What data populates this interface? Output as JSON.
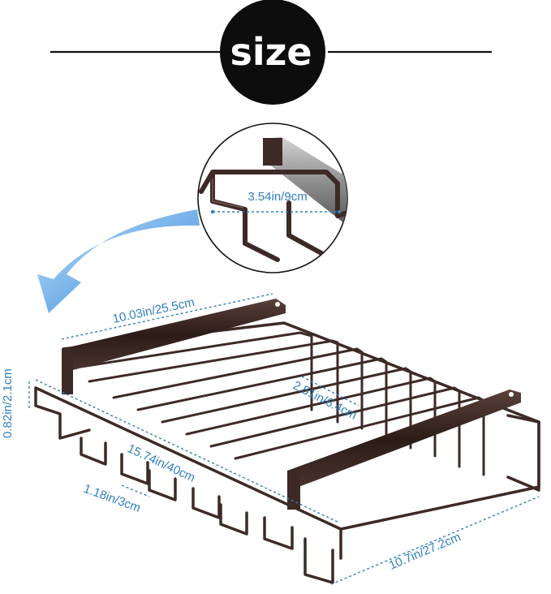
{
  "header": {
    "title": "size"
  },
  "colors": {
    "dimension_blue": "#2f7fc1",
    "rack_brown": "#3d2a26",
    "badge_black": "#0d0d0d",
    "arrow_blue": "#3b8fd9"
  },
  "icons": {
    "pointer": "curved-arrow-icon"
  },
  "dimensions": {
    "hook_width": "3.54in/9cm",
    "top_rail_length": "10.03in/25.5cm",
    "height": "0.82in/2.1cm",
    "slot_width": "2.51in/6.4cm",
    "overall_length": "15.74in/40cm",
    "bar_gap": "1.18in/3cm",
    "overall_depth": "10.7in/27.2cm"
  }
}
